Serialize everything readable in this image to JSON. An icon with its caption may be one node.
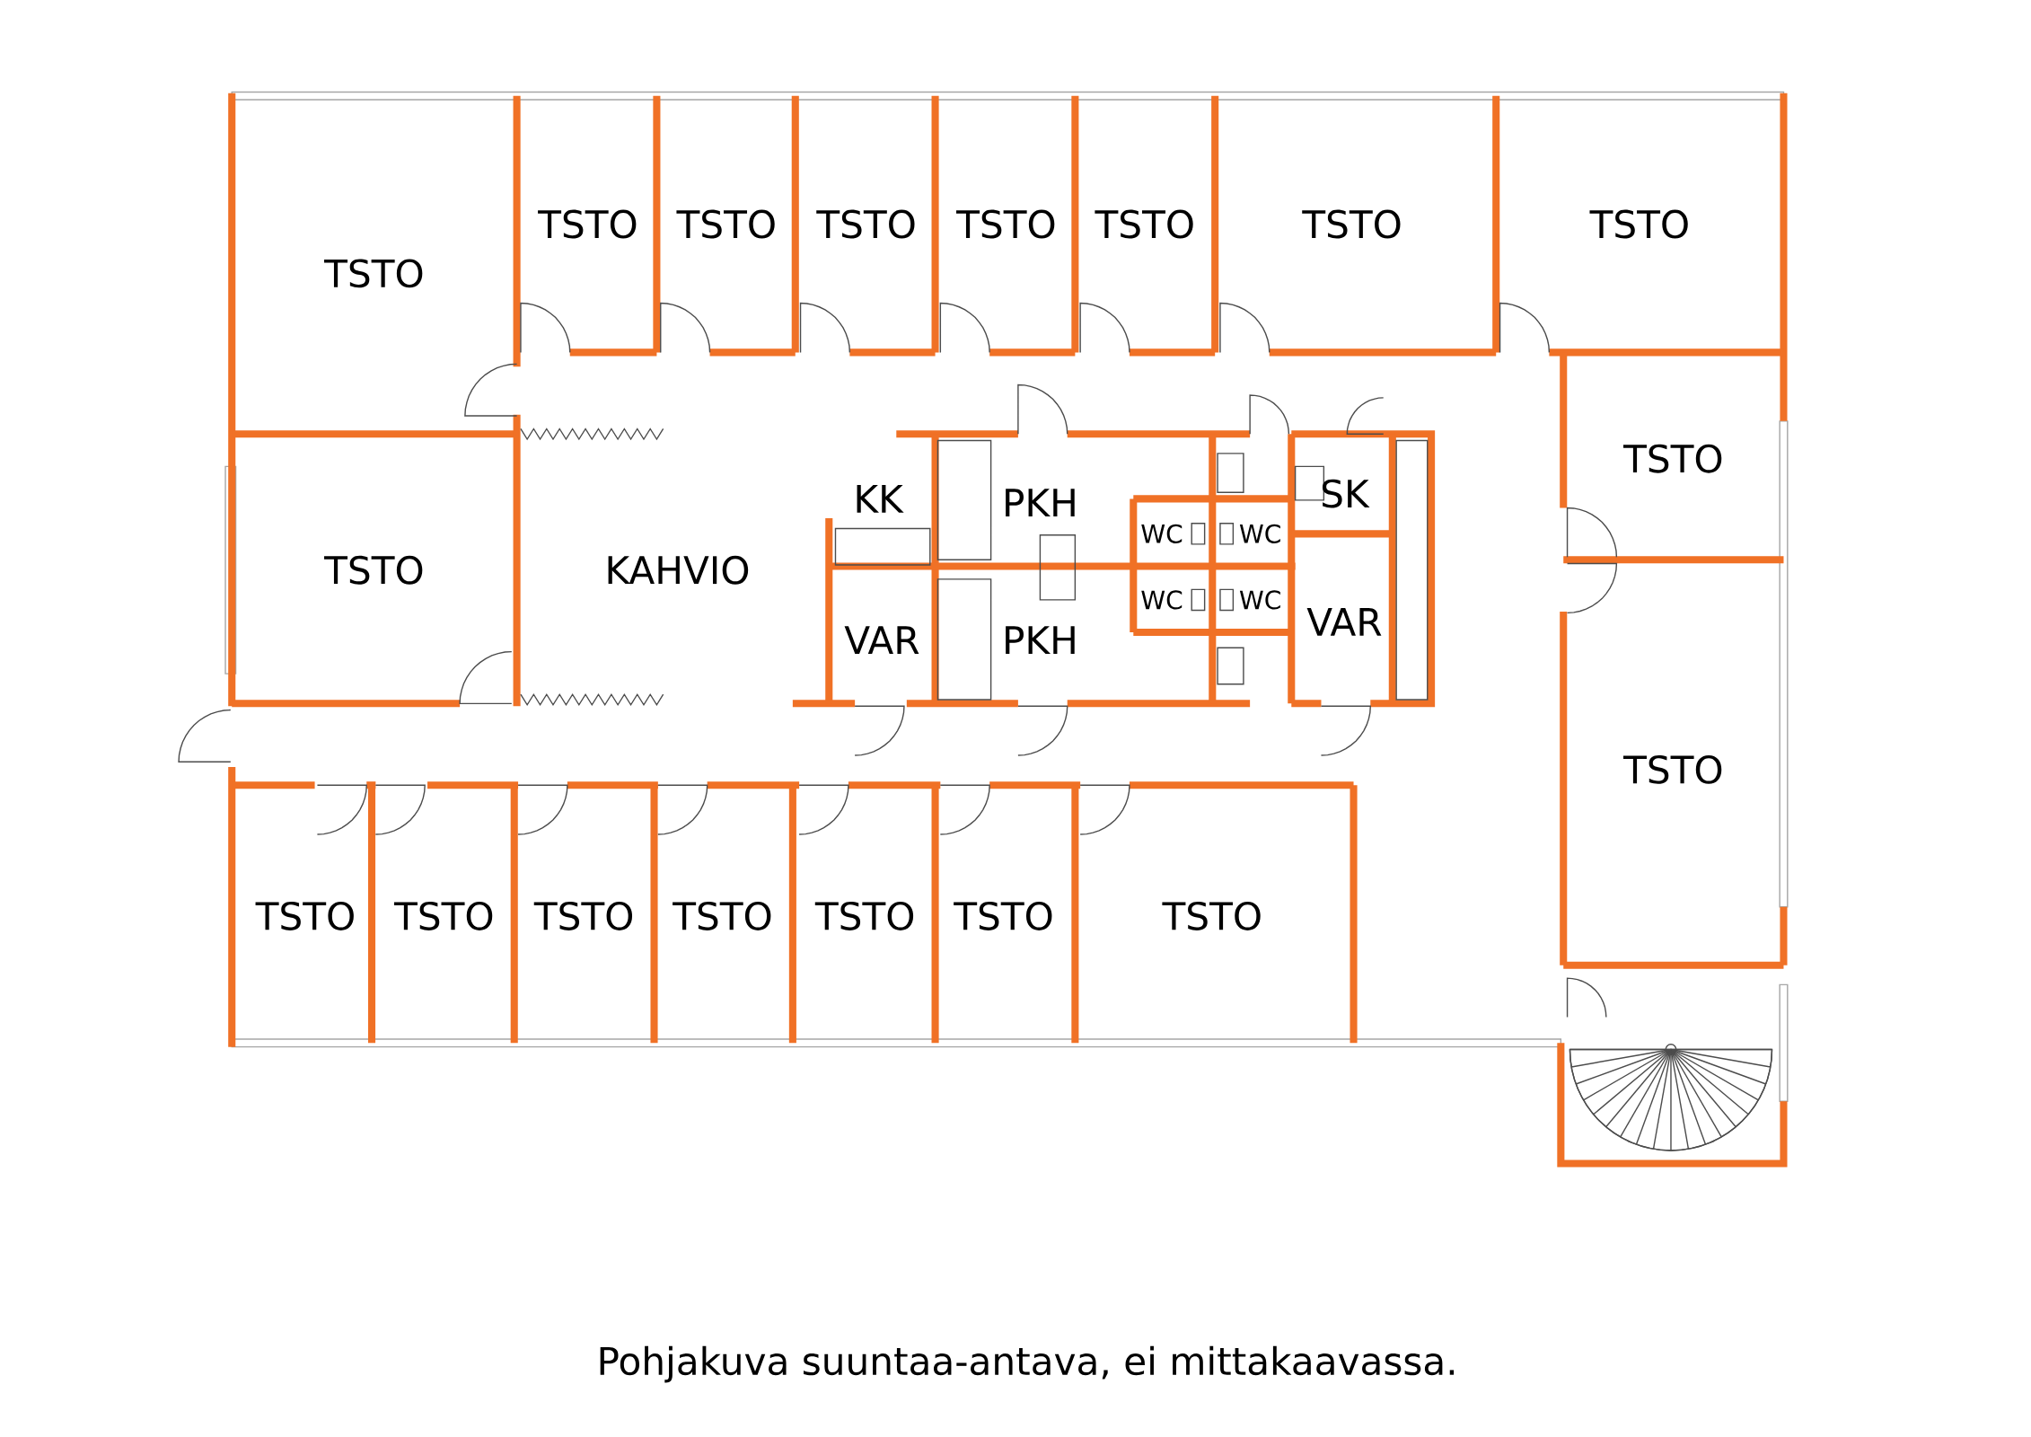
{
  "diagram": {
    "caption": "Pohjakuva suuntaa-antava, ei mittakaavassa.",
    "labels": [
      "TSTO",
      "TSTO",
      "TSTO",
      "TSTO",
      "TSTO",
      "TSTO",
      "TSTO",
      "TSTO",
      "TSTO",
      "KK",
      "PKH",
      "WC",
      "WC",
      "SK",
      "TSTO",
      "KAHVIO",
      "WC",
      "WC",
      "VAR",
      "VAR",
      "PKH",
      "TSTO",
      "TSTO",
      "TSTO",
      "TSTO",
      "TSTO",
      "TSTO",
      "TSTO",
      "TSTO"
    ]
  }
}
